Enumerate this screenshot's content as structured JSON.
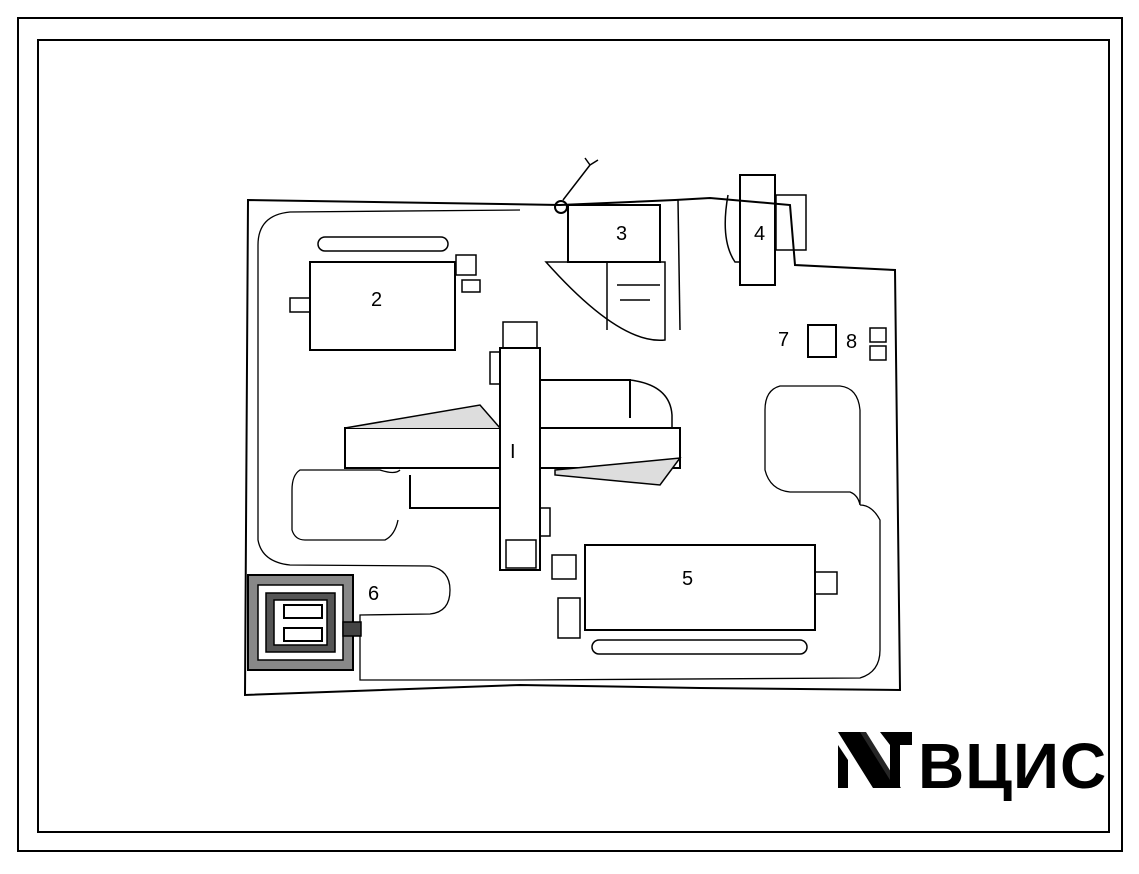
{
  "labels": {
    "roman_one": "I",
    "two": "2",
    "three": "3",
    "four": "4",
    "five": "5",
    "six": "6",
    "seven": "7",
    "eight": "8"
  },
  "logo": {
    "text": "ВЦИС",
    "mark": "hatched-logo-mark"
  }
}
